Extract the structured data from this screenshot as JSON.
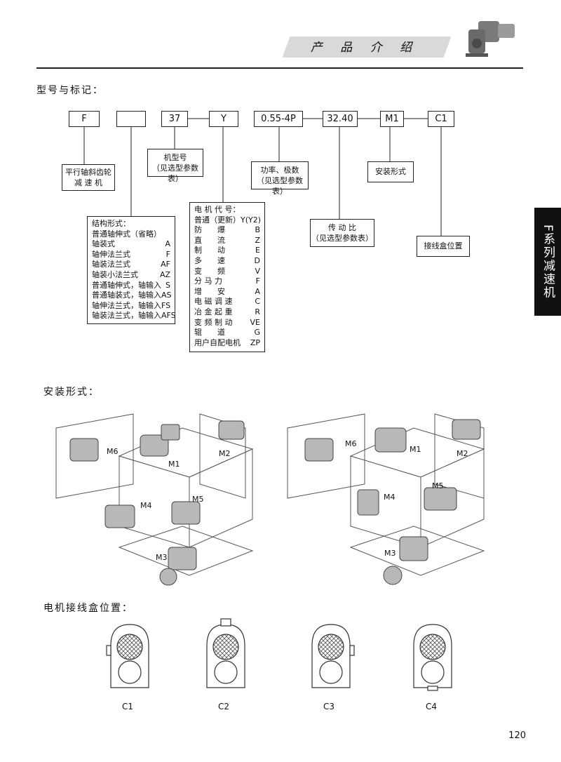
{
  "header": {
    "title": "产 品 介 绍"
  },
  "side_tab": "F系列减速机",
  "sections": {
    "model": "型号与标记：",
    "mounting": "安装形式：",
    "terminal": "电机接线盒位置："
  },
  "code_boxes": [
    "F",
    "",
    "37",
    "Y",
    "0.55-4P",
    "32.40",
    "M1",
    "C1"
  ],
  "labels": {
    "type_name": [
      "平行轴斜齿轮",
      "减 速 机"
    ],
    "frame": [
      "机型号",
      "（见选型参数表）"
    ],
    "power": [
      "功率、极数",
      "（见选型参数表）"
    ],
    "ratio": [
      "传 动 比",
      "（见选型参数表）"
    ],
    "mount": "安装形式",
    "terminal": "接线盒位置"
  },
  "structure": {
    "title": "结构形式：",
    "items": [
      [
        "普通轴伸式（省略）",
        ""
      ],
      [
        "轴装式",
        "A"
      ],
      [
        "轴伸法兰式",
        "F"
      ],
      [
        "轴装法兰式",
        "AF"
      ],
      [
        "轴装小法兰式",
        "AZ"
      ],
      [
        "普通轴伸式，轴输入",
        "S"
      ],
      [
        "普通轴装式，轴输入",
        "AS"
      ],
      [
        "轴伸法兰式，轴输入",
        "FS"
      ],
      [
        "轴装法兰式，轴输入",
        "AFS"
      ]
    ]
  },
  "motor": {
    "title": "电 机 代 号：",
    "items": [
      [
        "普通（更新）",
        "Y(Y2)"
      ],
      [
        "防　　爆",
        "B"
      ],
      [
        "直　　流",
        "Z"
      ],
      [
        "制　　动",
        "E"
      ],
      [
        "多　　速",
        "D"
      ],
      [
        "变　　频",
        "V"
      ],
      [
        "分 马 力",
        "F"
      ],
      [
        "增　　安",
        "A"
      ],
      [
        "电 磁 调 速",
        "C"
      ],
      [
        "冶 金 起 重",
        "R"
      ],
      [
        "变 频 制 动",
        "VE"
      ],
      [
        "辊　　道",
        "G"
      ],
      [
        "用户自配电机",
        "ZP"
      ]
    ]
  },
  "mount_views": {
    "left": [
      "M6",
      "M1",
      "M2",
      "M4",
      "M5",
      "M3"
    ],
    "right": [
      "M6",
      "M1",
      "M2",
      "M4",
      "M5",
      "M3"
    ]
  },
  "terminal_positions": [
    "C1",
    "C2",
    "C3",
    "C4"
  ],
  "page_number": "120"
}
